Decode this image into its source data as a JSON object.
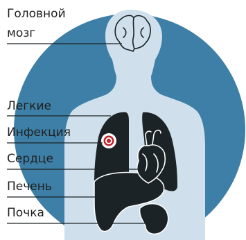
{
  "colors": {
    "circle": "#3d7fa6",
    "body": "#cfe0ec",
    "organ": "#1c2326",
    "organ_line": "#ffffff",
    "infection_ring": "#c0222a",
    "text": "#1f1f1f"
  },
  "labels": {
    "brain_line1": "Головной",
    "brain_line2": "мозг",
    "lungs": "Легкие",
    "infection": "Инфекция",
    "heart": "Сердце",
    "liver": "Печень",
    "kidney": "Почка"
  },
  "icons": {
    "brain": "brain-icon",
    "lungs": "lungs-icon",
    "heart": "heart-icon",
    "liver": "liver-icon",
    "kidney": "kidney-icon",
    "infection": "infection-marker-icon"
  }
}
